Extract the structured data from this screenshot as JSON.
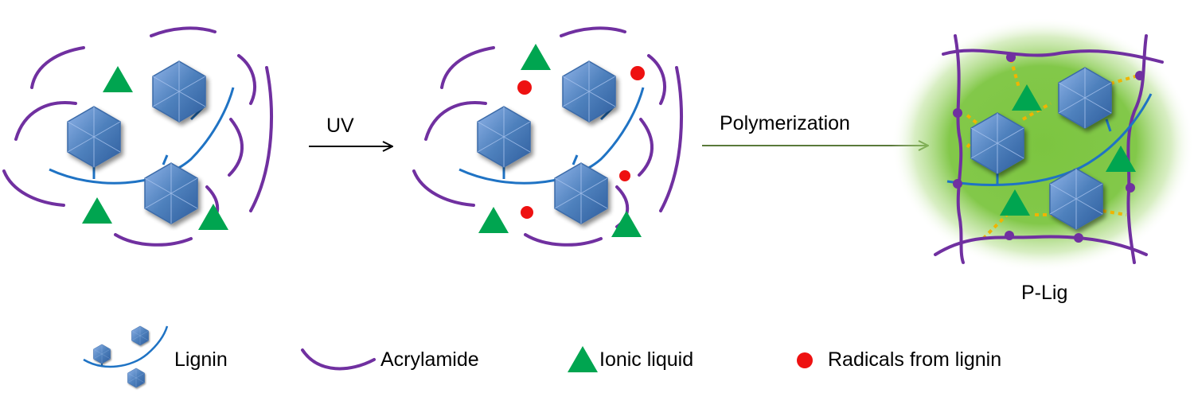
{
  "labels": {
    "uv": "UV",
    "polymerization": "Polymerization",
    "product": "P-Lig"
  },
  "legend": {
    "lignin": "Lignin",
    "acrylamide": "Acrylamide",
    "ionic_liquid": "Ionic liquid",
    "radicals": "Radicals from lignin"
  },
  "colors": {
    "acrylamide": "#7030a0",
    "lignin_chain": "#1f73c4",
    "lignin_hex": "#4f81bd",
    "ionic_liquid": "#00a550",
    "radical": "#ee1111",
    "crosslink": "#f0b400",
    "gel_glow": "#7cc540",
    "arrow_black": "#000000",
    "arrow_green": "#5a7a3a"
  }
}
